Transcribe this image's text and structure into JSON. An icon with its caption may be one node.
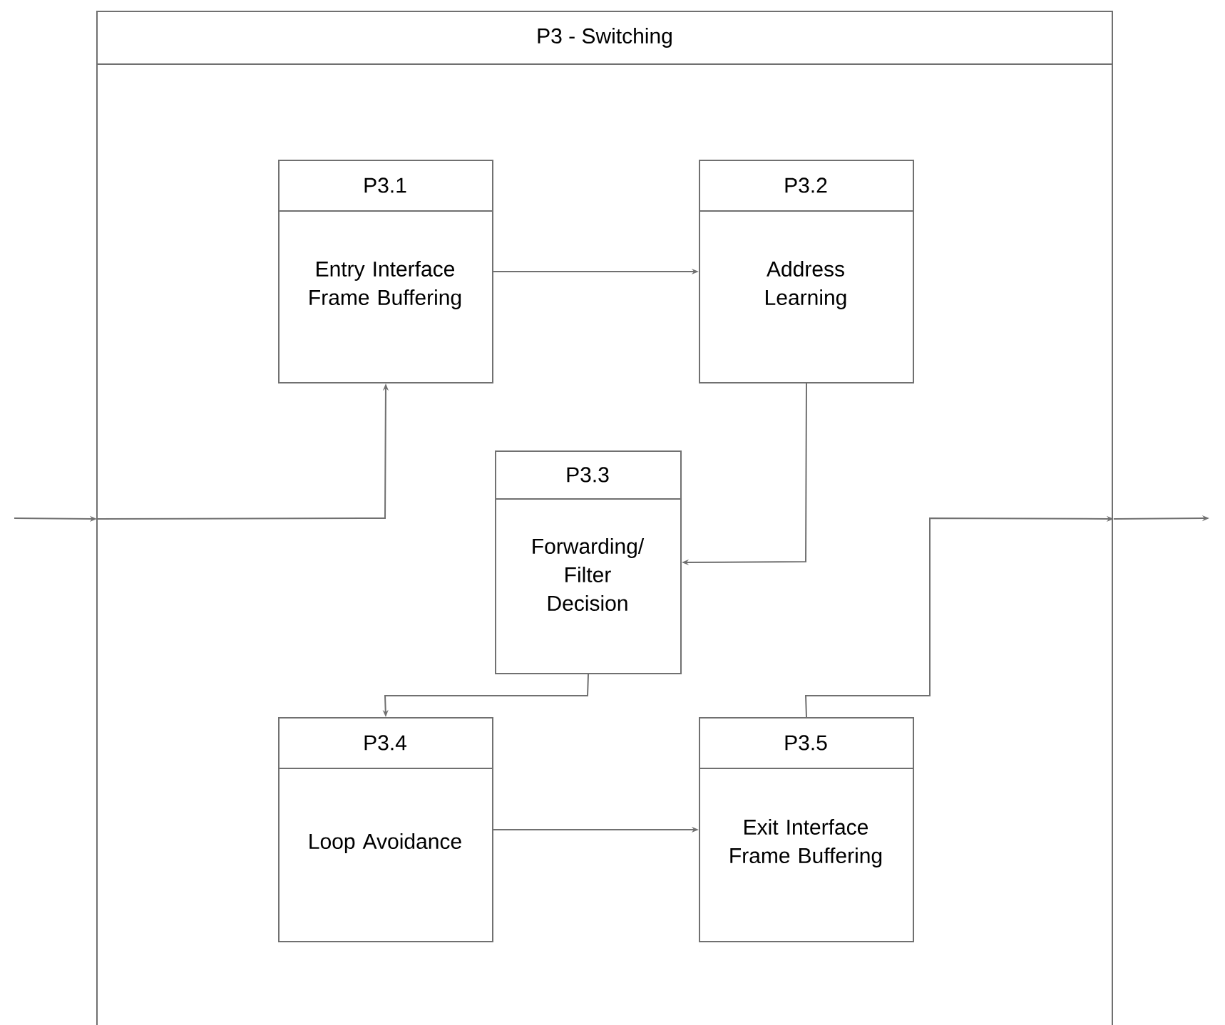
{
  "diagram": {
    "nodes": [
      {
        "text": [
          "P3 - Switching"
        ]
      },
      {
        "text": [
          "P3.1",
          "Entry Interface Frame Buffering"
        ],
        "in": 0
      },
      {
        "text": [
          "P3.2",
          "Address Learning"
        ],
        "in": 0
      },
      {
        "text": [
          "P3.3",
          "Forwarding/ Filter Decision"
        ],
        "in": 0
      },
      {
        "text": [
          "P3.4",
          "Loop Avoidance"
        ],
        "in": 0
      },
      {
        "text": [
          "P3.5",
          "Exit Interface Frame Buffering"
        ],
        "in": 0
      }
    ],
    "edges": [
      {
        "from": null,
        "to": 0,
        "arrow": "to"
      },
      {
        "from": 0,
        "to": 1,
        "arrow": "to"
      },
      {
        "from": 1,
        "to": 2,
        "arrow": "to"
      },
      {
        "from": 2,
        "to": 3,
        "arrow": "to"
      },
      {
        "from": 3,
        "to": 4,
        "arrow": "to"
      },
      {
        "from": 4,
        "to": 5,
        "arrow": "to"
      },
      {
        "from": 5,
        "to": 0,
        "arrow": "to"
      },
      {
        "from": 0,
        "to": null,
        "arrow": "to"
      }
    ]
  }
}
